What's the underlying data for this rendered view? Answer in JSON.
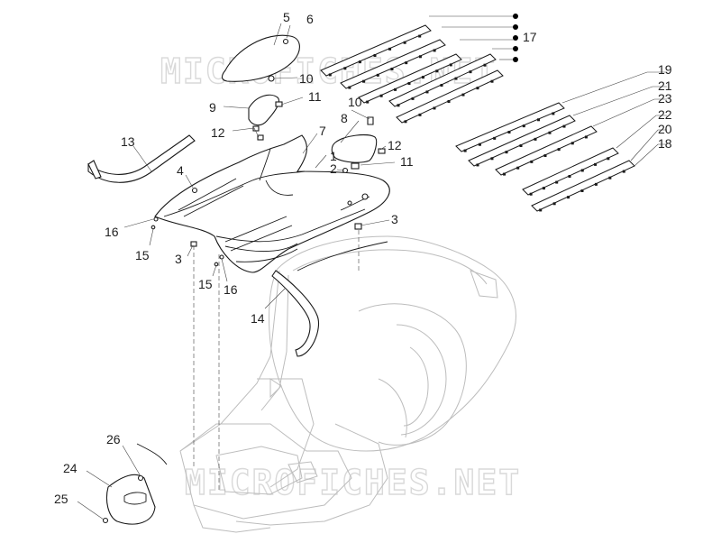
{
  "diagram": {
    "watermark": "MICROFICHES.NET",
    "callouts": {
      "c1": "1",
      "c2": "2",
      "c3a": "3",
      "c3b": "3",
      "c4": "4",
      "c5": "5",
      "c6": "6",
      "c7": "7",
      "c8": "8",
      "c9": "9",
      "c10a": "10",
      "c10b": "10",
      "c11a": "11",
      "c11b": "11",
      "c12a": "12",
      "c12b": "12",
      "c13": "13",
      "c14": "14",
      "c15a": "15",
      "c15b": "15",
      "c16a": "16",
      "c16b": "16",
      "c17": "17",
      "c18": "18",
      "c19": "19",
      "c20": "20",
      "c21": "21",
      "c22": "22",
      "c23": "23",
      "c24": "24",
      "c25": "25",
      "c26": "26"
    },
    "colors": {
      "ink": "#1a1a1a",
      "ghost": "#bdbdbd",
      "watermark": "#d9d9d9"
    }
  }
}
